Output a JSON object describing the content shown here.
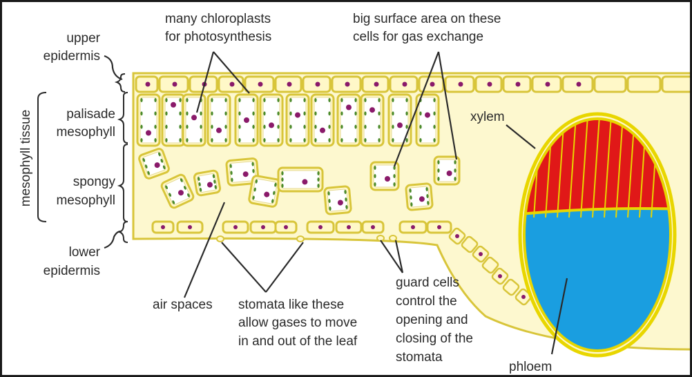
{
  "colors": {
    "leaf_fill": "#fdf8cf",
    "cell_fill": "#fff8c8",
    "cell_outline": "#d8c53a",
    "chloroplast": "#4a8a2a",
    "nucleus": "#8a1a6a",
    "xylem": "#e01818",
    "phloem": "#1a9ee0",
    "bundle_outline": "#e8d600"
  },
  "labels": {
    "upper_epidermis": [
      "upper",
      "epidermis"
    ],
    "palisade": [
      "palisade",
      "mesophyll"
    ],
    "spongy": [
      "spongy",
      "mesophyll"
    ],
    "lower_epidermis": [
      "lower",
      "epidermis"
    ],
    "mesophyll_tissue": "mesophyll tissue",
    "chloroplasts": [
      "many chloroplasts",
      "for photosynthesis"
    ],
    "surface_area": [
      "big surface area on these",
      "cells for gas exchange"
    ],
    "xylem": "xylem",
    "phloem": "phloem",
    "air_spaces": "air spaces",
    "stomata": [
      "stomata like these",
      "allow gases to move",
      "in and out of the leaf"
    ],
    "guard_cells": [
      "guard cells",
      "control the",
      "opening and",
      "closing of the",
      "stomata"
    ]
  }
}
